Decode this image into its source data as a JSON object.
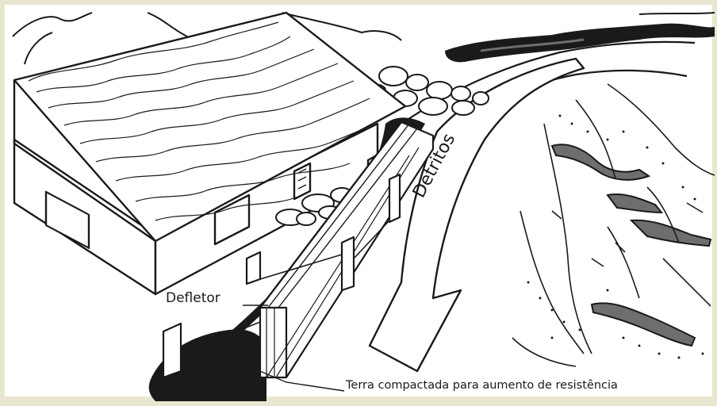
{
  "labels": {
    "deflector": "Defletor",
    "compacted_earth": "Terra compactada para aumento de resistência",
    "debris": "Detritos"
  },
  "colors": {
    "frame": "#e9e6cf",
    "ink": "#1a1a1a",
    "shadow_gray": "#6e6e6e",
    "paper": "#ffffff"
  }
}
